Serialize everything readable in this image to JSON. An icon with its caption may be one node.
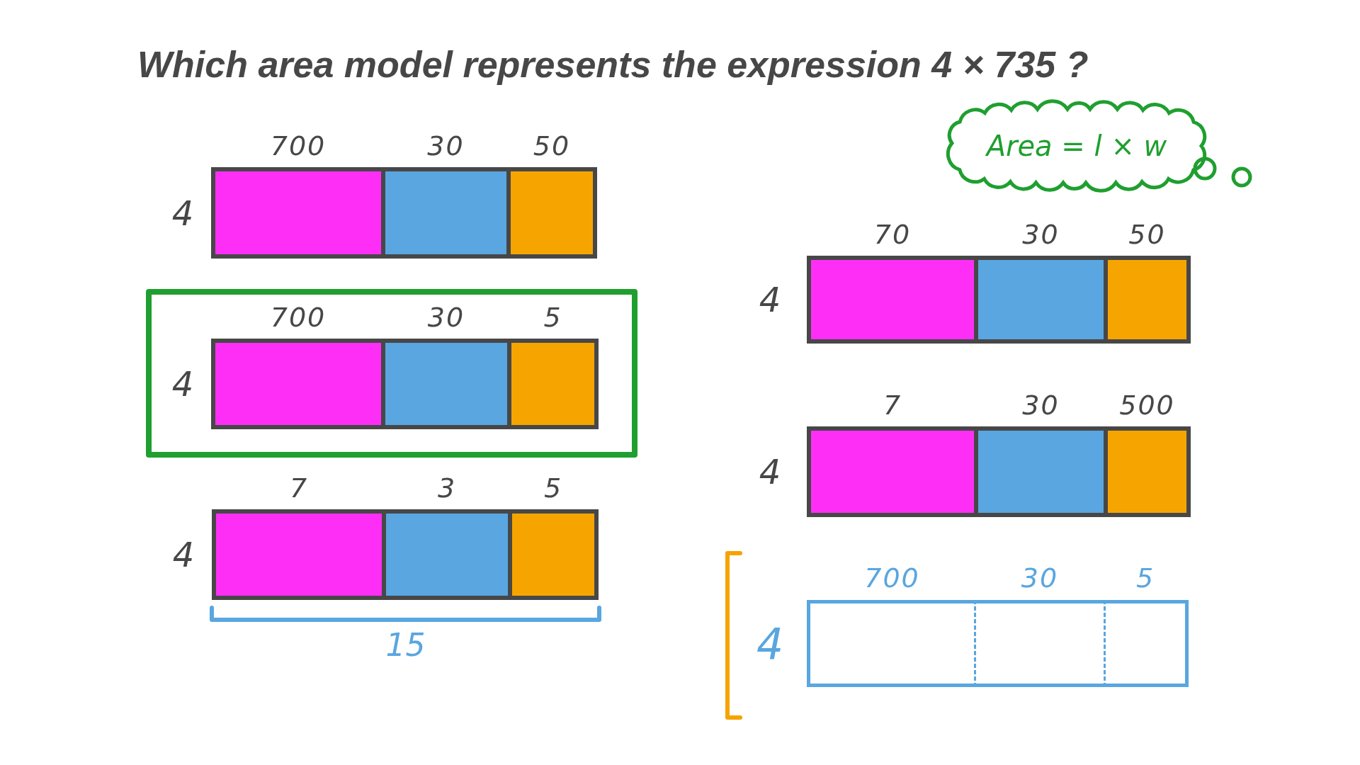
{
  "diagram": {
    "title": "Which area model represents the expression 4 × 735 ?",
    "nodes": [
      {
        "text": [
          "4"
        ]
      },
      {
        "text": [
          "700"
        ],
        "in": 0
      },
      {
        "text": [
          "30"
        ],
        "in": 0
      },
      {
        "text": [
          "50"
        ],
        "in": 0
      },
      {
        "text": [],
        "shape": "box"
      },
      {
        "text": [
          "4"
        ],
        "in": 4
      },
      {
        "text": [
          "700"
        ],
        "in": 5
      },
      {
        "text": [
          "30"
        ],
        "in": 5
      },
      {
        "text": [
          "5"
        ],
        "in": 5
      },
      {
        "text": [
          "4"
        ],
        "beside": [
          "15"
        ]
      },
      {
        "text": [
          "7"
        ],
        "in": 9
      },
      {
        "text": [
          "3"
        ],
        "in": 9
      },
      {
        "text": [
          "5"
        ],
        "in": 9
      },
      {
        "text": [
          "Area = l × w"
        ]
      },
      {
        "text": [
          "4"
        ]
      },
      {
        "text": [
          "70"
        ],
        "in": 14
      },
      {
        "text": [
          "30"
        ],
        "in": 14
      },
      {
        "text": [
          "50"
        ],
        "in": 14
      },
      {
        "text": [
          "4"
        ]
      },
      {
        "text": [
          "7"
        ],
        "in": 18
      },
      {
        "text": [
          "30"
        ],
        "in": 18
      },
      {
        "text": [
          "500"
        ],
        "in": 18
      },
      {
        "text": [
          "4"
        ]
      },
      {
        "text": [
          "700"
        ],
        "in": 22
      },
      {
        "text": [
          "30"
        ],
        "in": 22
      },
      {
        "text": [
          "5"
        ],
        "in": 22
      }
    ]
  }
}
